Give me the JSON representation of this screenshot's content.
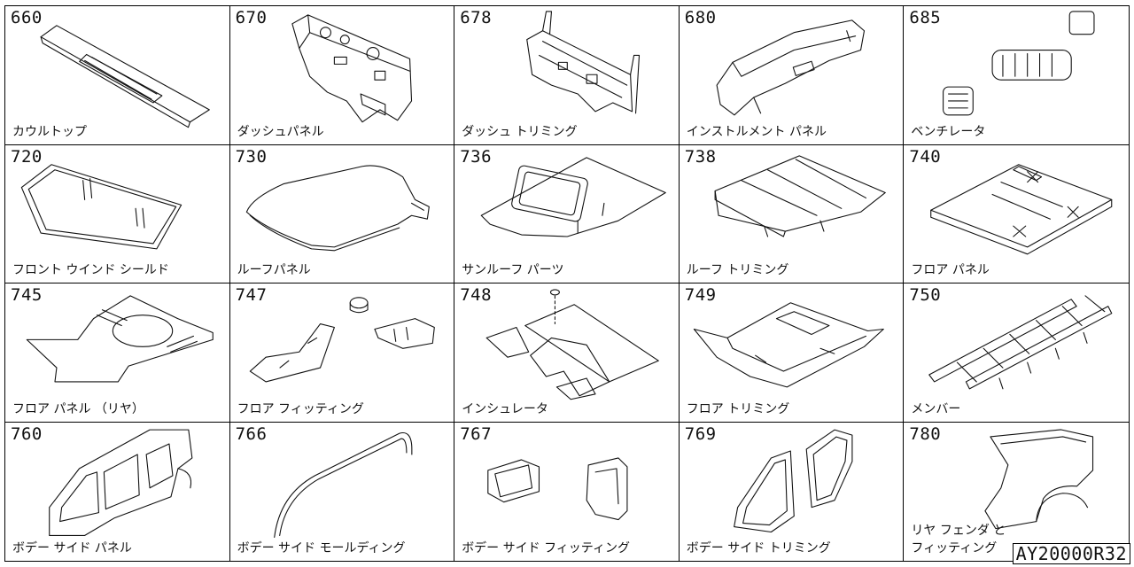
{
  "parts": [
    {
      "code": "660",
      "label": "カウルトップ",
      "icon": "cowl-top"
    },
    {
      "code": "670",
      "label": "ダッシュパネル",
      "icon": "dash-panel"
    },
    {
      "code": "678",
      "label": "ダッシュ トリミング",
      "icon": "dash-trimming"
    },
    {
      "code": "680",
      "label": "インストルメント パネル",
      "icon": "instrument-panel"
    },
    {
      "code": "685",
      "label": "ベンチレータ",
      "icon": "ventilator"
    },
    {
      "code": "720",
      "label": "フロント ウインド シールド",
      "icon": "windshield"
    },
    {
      "code": "730",
      "label": "ルーフパネル",
      "icon": "roof-panel"
    },
    {
      "code": "736",
      "label": "サンルーフ パーツ",
      "icon": "sunroof"
    },
    {
      "code": "738",
      "label": "ルーフ トリミング",
      "icon": "roof-trimming"
    },
    {
      "code": "740",
      "label": "フロア パネル",
      "icon": "floor-panel"
    },
    {
      "code": "745",
      "label": "フロア パネル （リヤ）",
      "icon": "rear-floor-panel"
    },
    {
      "code": "747",
      "label": "フロア フィッティング",
      "icon": "floor-fitting"
    },
    {
      "code": "748",
      "label": "インシュレータ",
      "icon": "insulator"
    },
    {
      "code": "749",
      "label": "フロア トリミング",
      "icon": "floor-trimming"
    },
    {
      "code": "750",
      "label": "メンバー",
      "icon": "member-frame"
    },
    {
      "code": "760",
      "label": "ボデー サイド パネル",
      "icon": "body-side-panel"
    },
    {
      "code": "766",
      "label": "ボデー サイド モールディング",
      "icon": "body-side-molding"
    },
    {
      "code": "767",
      "label": "ボデー サイド フィッティング",
      "icon": "body-side-fitting"
    },
    {
      "code": "769",
      "label": "ボデー サイド トリミング",
      "icon": "body-side-trimming"
    },
    {
      "code": "780",
      "label": "リヤ フェンダ と\nフィッティング",
      "icon": "rear-fender"
    }
  ],
  "reference": "AY20000R32"
}
